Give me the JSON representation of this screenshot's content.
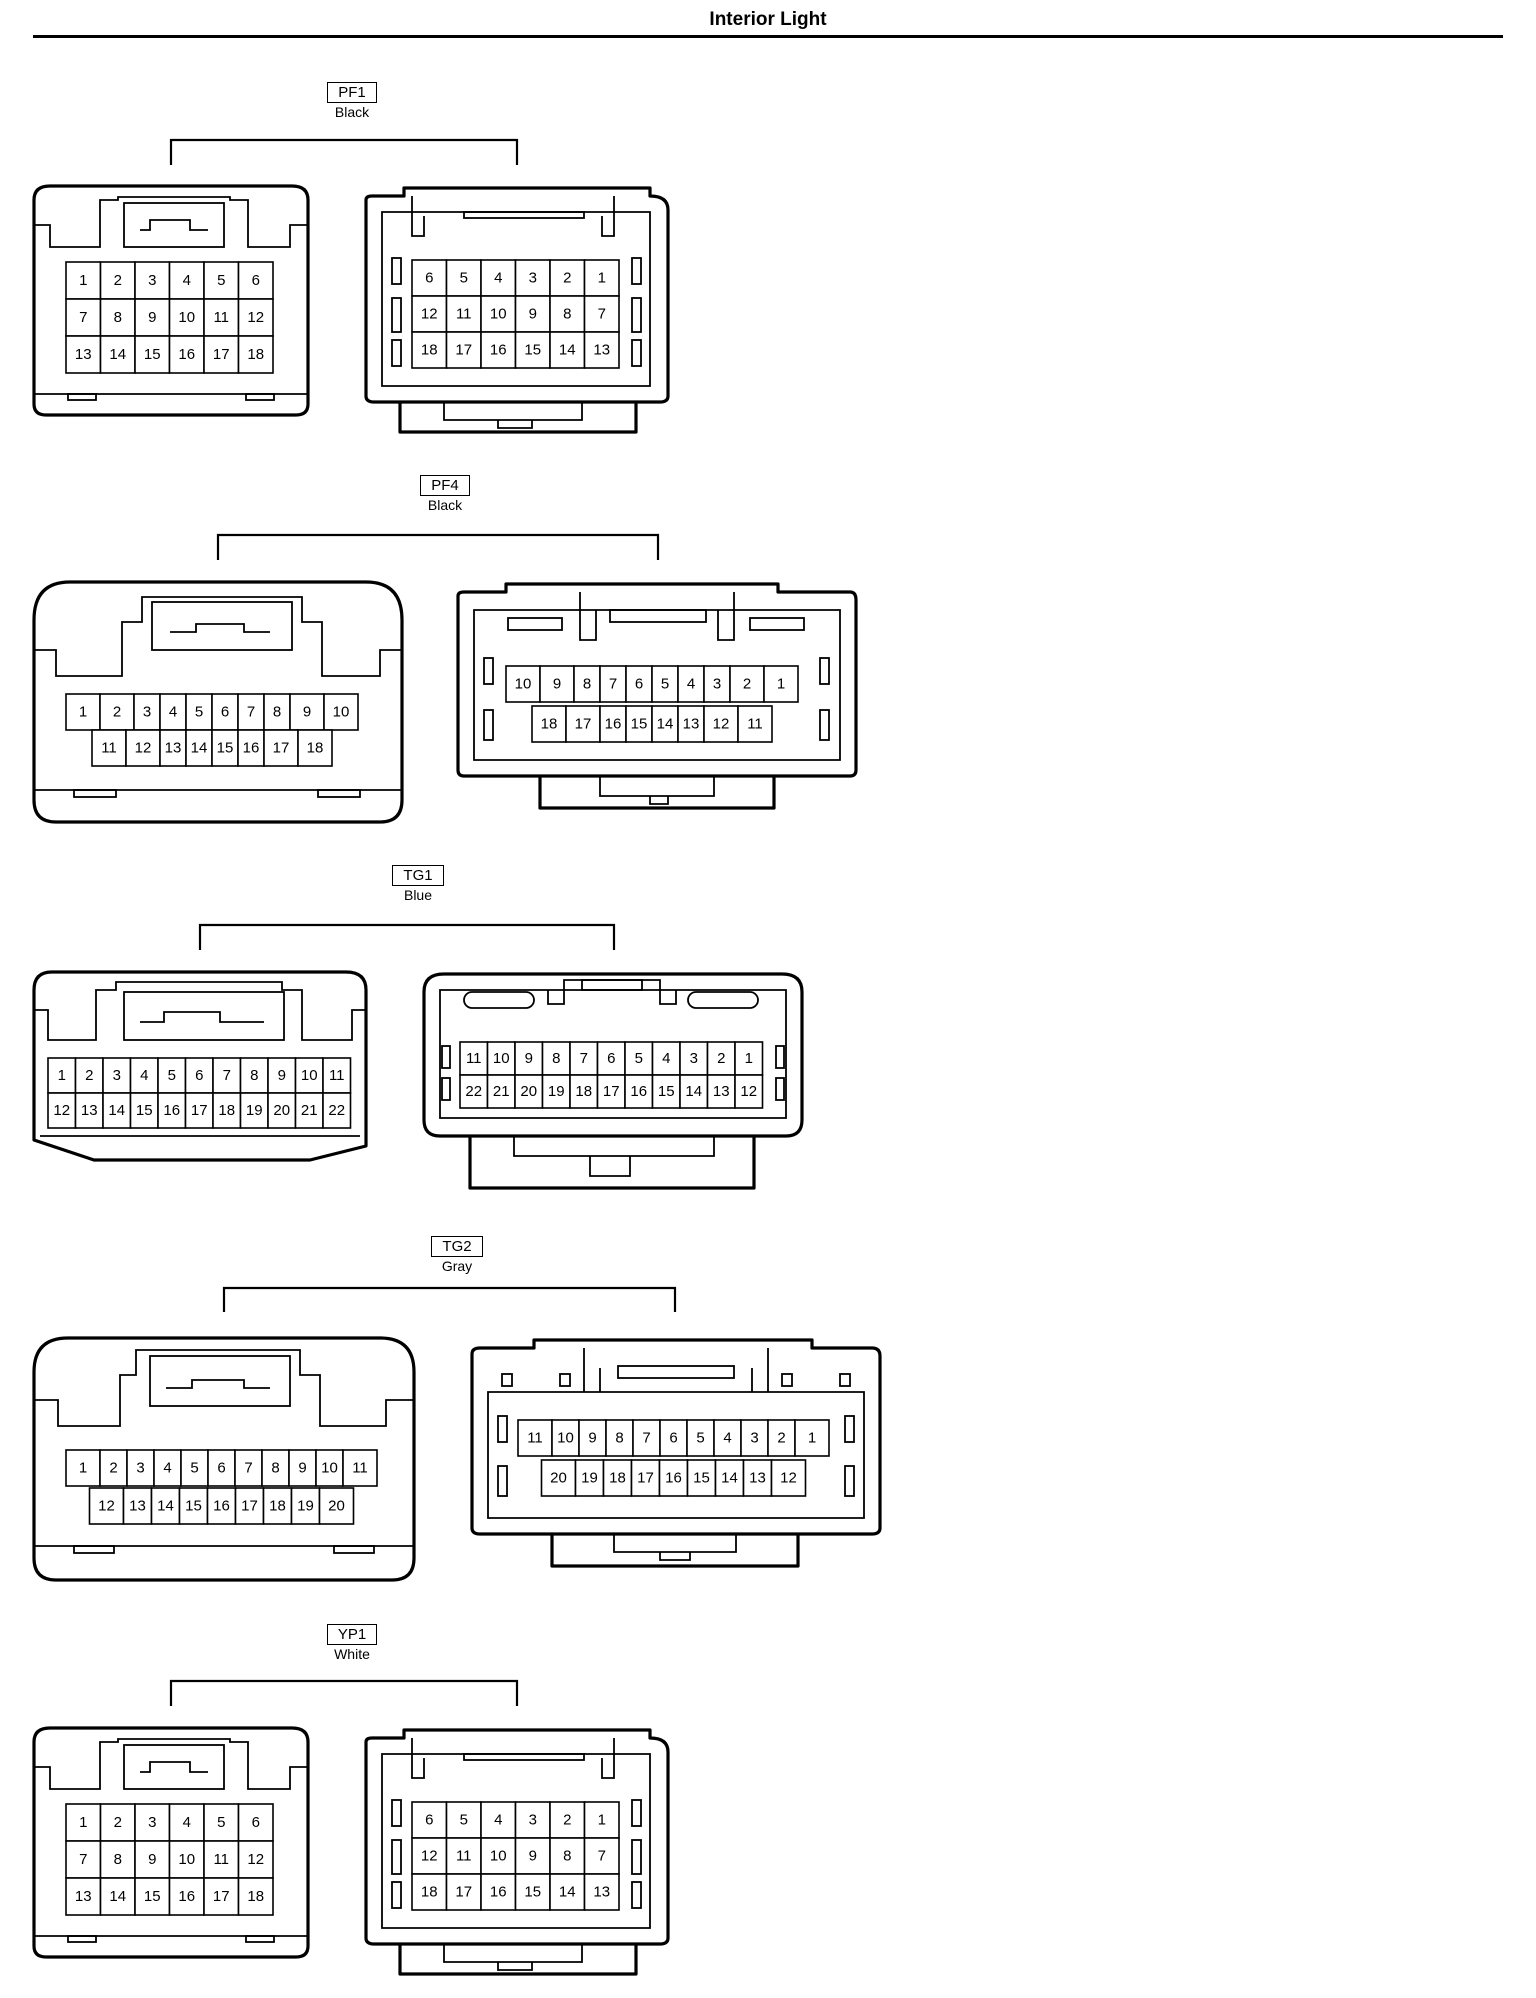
{
  "page": {
    "title": "Interior Light"
  },
  "connectors": [
    {
      "id": "PF1",
      "color": "Black",
      "left_face": {
        "rows": [
          [
            "1",
            "2",
            "3",
            "4",
            "5",
            "6"
          ],
          [
            "7",
            "8",
            "9",
            "10",
            "11",
            "12"
          ],
          [
            "13",
            "14",
            "15",
            "16",
            "17",
            "18"
          ]
        ]
      },
      "right_face": {
        "rows": [
          [
            "6",
            "5",
            "4",
            "3",
            "2",
            "1"
          ],
          [
            "12",
            "11",
            "10",
            "9",
            "8",
            "7"
          ],
          [
            "18",
            "17",
            "16",
            "15",
            "14",
            "13"
          ]
        ]
      }
    },
    {
      "id": "PF4",
      "color": "Black",
      "left_face": {
        "rows": [
          [
            "1",
            "2",
            "3",
            "4",
            "5",
            "6",
            "7",
            "8",
            "9",
            "10"
          ],
          [
            "11",
            "12",
            "13",
            "14",
            "15",
            "16",
            "17",
            "18"
          ]
        ]
      },
      "right_face": {
        "rows": [
          [
            "10",
            "9",
            "8",
            "7",
            "6",
            "5",
            "4",
            "3",
            "2",
            "1"
          ],
          [
            "18",
            "17",
            "16",
            "15",
            "14",
            "13",
            "12",
            "11"
          ]
        ]
      }
    },
    {
      "id": "TG1",
      "color": "Blue",
      "left_face": {
        "rows": [
          [
            "1",
            "2",
            "3",
            "4",
            "5",
            "6",
            "7",
            "8",
            "9",
            "10",
            "11"
          ],
          [
            "12",
            "13",
            "14",
            "15",
            "16",
            "17",
            "18",
            "19",
            "20",
            "21",
            "22"
          ]
        ]
      },
      "right_face": {
        "rows": [
          [
            "11",
            "10",
            "9",
            "8",
            "7",
            "6",
            "5",
            "4",
            "3",
            "2",
            "1"
          ],
          [
            "22",
            "21",
            "20",
            "19",
            "18",
            "17",
            "16",
            "15",
            "14",
            "13",
            "12"
          ]
        ]
      }
    },
    {
      "id": "TG2",
      "color": "Gray",
      "left_face": {
        "rows": [
          [
            "1",
            "2",
            "3",
            "4",
            "5",
            "6",
            "7",
            "8",
            "9",
            "10",
            "11"
          ],
          [
            "12",
            "13",
            "14",
            "15",
            "16",
            "17",
            "18",
            "19",
            "20"
          ]
        ]
      },
      "right_face": {
        "rows": [
          [
            "11",
            "10",
            "9",
            "8",
            "7",
            "6",
            "5",
            "4",
            "3",
            "2",
            "1"
          ],
          [
            "20",
            "19",
            "18",
            "17",
            "16",
            "15",
            "14",
            "13",
            "12"
          ]
        ]
      }
    },
    {
      "id": "YP1",
      "color": "White",
      "left_face": {
        "rows": [
          [
            "1",
            "2",
            "3",
            "4",
            "5",
            "6"
          ],
          [
            "7",
            "8",
            "9",
            "10",
            "11",
            "12"
          ],
          [
            "13",
            "14",
            "15",
            "16",
            "17",
            "18"
          ]
        ]
      },
      "right_face": {
        "rows": [
          [
            "6",
            "5",
            "4",
            "3",
            "2",
            "1"
          ],
          [
            "12",
            "11",
            "10",
            "9",
            "8",
            "7"
          ],
          [
            "18",
            "17",
            "16",
            "15",
            "14",
            "13"
          ]
        ]
      }
    }
  ]
}
